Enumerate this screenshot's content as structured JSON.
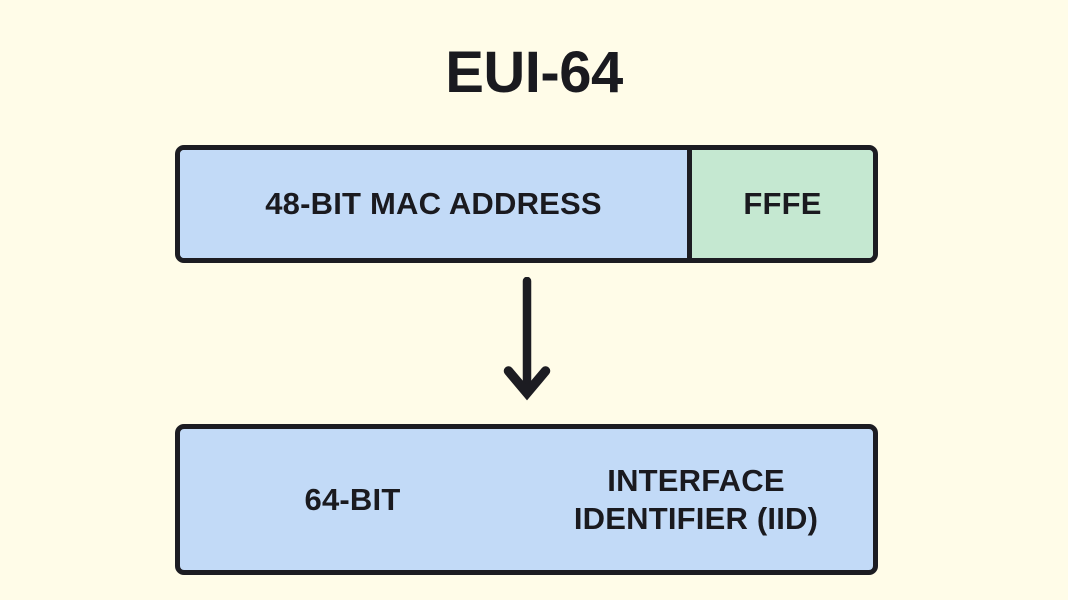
{
  "diagram": {
    "title": "EUI-64",
    "background_color": "#FFFCE8",
    "border_color": "#1C1C22",
    "text_color": "#1A1A1F",
    "source_box": {
      "mac_segment": {
        "label": "48-BIT MAC ADDRESS",
        "fill_color": "#C2DAF7"
      },
      "inserted_segment": {
        "label": "FFFE",
        "fill_color": "#C5E8D1"
      }
    },
    "arrow": {
      "direction": "down",
      "color": "#1C1C22"
    },
    "result_box": {
      "bits_label": "64-BIT",
      "name_label": "INTERFACE\nIDENTIFIER (IID)",
      "fill_color": "#C2DAF7"
    }
  }
}
